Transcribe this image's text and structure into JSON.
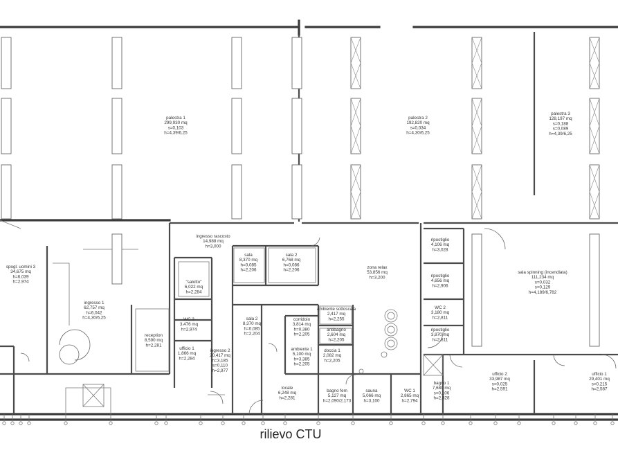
{
  "caption": "rilievo CTU",
  "rooms": [
    {
      "id": "palestra1",
      "lines": [
        "palestra 1",
        "299,930 mq",
        "s=0,103",
        "h=4,39/6,25"
      ]
    },
    {
      "id": "palestra2",
      "lines": [
        "palestra 2",
        "192,820 mq",
        "s=0,034",
        "h=4,30/6,25"
      ]
    },
    {
      "id": "palestra3",
      "lines": [
        "palestra 3",
        "128,197 mq",
        "s=0,188",
        "s=0,089",
        "h=4,39/6,25"
      ]
    },
    {
      "id": "ingresso1",
      "lines": [
        "ingresso 1",
        "62,757 mq",
        "h=6,042",
        "h=4,30/6,25"
      ]
    },
    {
      "id": "spogliatoi",
      "lines": [
        "spogl. uomini 3",
        "34,675 mq",
        "h=6,039",
        "h=2,974"
      ]
    },
    {
      "id": "reception",
      "lines": [
        "reception",
        "8,590 mq",
        "h=2,281"
      ]
    },
    {
      "id": "disimpegno",
      "lines": [
        "ingresso rascosto",
        "14,988 mq",
        "h=3,000"
      ]
    },
    {
      "id": "salone",
      "lines": [
        "\"salotto\"",
        "6,022 mq",
        "h=2,284"
      ]
    },
    {
      "id": "wc3",
      "lines": [
        "WC 3",
        "3,476 mq",
        "h=2,974"
      ]
    },
    {
      "id": "ingresso2",
      "lines": [
        "ingresso 2",
        "20,417 mq",
        "h=3,185",
        "s=0,110",
        "h=2,977"
      ]
    },
    {
      "id": "ufficio1",
      "lines": [
        "ufficio 1",
        "1,866 mq",
        "h=2,284"
      ]
    },
    {
      "id": "sala",
      "lines": [
        "sala",
        "8,370 mq",
        "h=0,085",
        "h=2,206"
      ]
    },
    {
      "id": "sala2",
      "lines": [
        "sala 2",
        "6,768 mq",
        "h=0,086",
        "h=2,206"
      ]
    },
    {
      "id": "sala_z",
      "lines": [
        "sala 2",
        "8,370 mq",
        "h=0,085",
        "h=2,204"
      ]
    },
    {
      "id": "corridoio",
      "lines": [
        "corridoio",
        "3,814 mq",
        "h=0,380",
        "h=2,205"
      ]
    },
    {
      "id": "ambiente",
      "lines": [
        "ambiente 1",
        "5,100 mq",
        "h=3,385",
        "h=2,205"
      ]
    },
    {
      "id": "locale",
      "lines": [
        "locale",
        "6,248 mq",
        "h=2,281"
      ]
    },
    {
      "id": "ambiente_sotto",
      "lines": [
        "ambiente sottoscala",
        "2,417 mq",
        "h=2,255"
      ]
    },
    {
      "id": "antibagno",
      "lines": [
        "antibagno",
        "2,604 mq",
        "h=2,205"
      ]
    },
    {
      "id": "doccia1",
      "lines": [
        "doccia 1",
        "2,082 mq",
        "h=2,205"
      ]
    },
    {
      "id": "bagno_fem",
      "lines": [
        "bagno fem",
        "5,127 mq",
        "h=2,090/2,173"
      ]
    },
    {
      "id": "sauna",
      "lines": [
        "sauna",
        "5,066 mq",
        "h=3,100"
      ]
    },
    {
      "id": "wc1",
      "lines": [
        "WC 1",
        "2,865 mq",
        "h=2,794"
      ]
    },
    {
      "id": "zona_relax",
      "lines": [
        "zona relax",
        "53,856 mq",
        "h=3,200"
      ]
    },
    {
      "id": "ripostiglio1",
      "lines": [
        "ripostiglio",
        "4,106 mq",
        "h=3,028"
      ]
    },
    {
      "id": "ripostiglio2",
      "lines": [
        "ripostiglio",
        "4,656 mq",
        "h=2,906"
      ]
    },
    {
      "id": "wc2",
      "lines": [
        "WC 2",
        "3,180 mq",
        "h=2,811"
      ]
    },
    {
      "id": "ripostiglio3",
      "lines": [
        "ripostiglio",
        "3,870 mq",
        "h=2,811"
      ]
    },
    {
      "id": "sala_spinning",
      "lines": [
        "sala spinning (incendiata)",
        "111,234 mq",
        "s=0,032",
        "s=0,129",
        "h=4,189/6,782"
      ]
    },
    {
      "id": "bagno1",
      "lines": [
        "bagno 1",
        "7,680 mq",
        "s=0,106",
        "h=2,828"
      ]
    },
    {
      "id": "ufficio2",
      "lines": [
        "ufficio 2",
        "33,987 mq",
        "s=0,025",
        "h=2,591"
      ]
    },
    {
      "id": "ufficio3",
      "lines": [
        "ufficio 1",
        "29,401 mq",
        "s=0,215",
        "h=2,587"
      ]
    }
  ]
}
